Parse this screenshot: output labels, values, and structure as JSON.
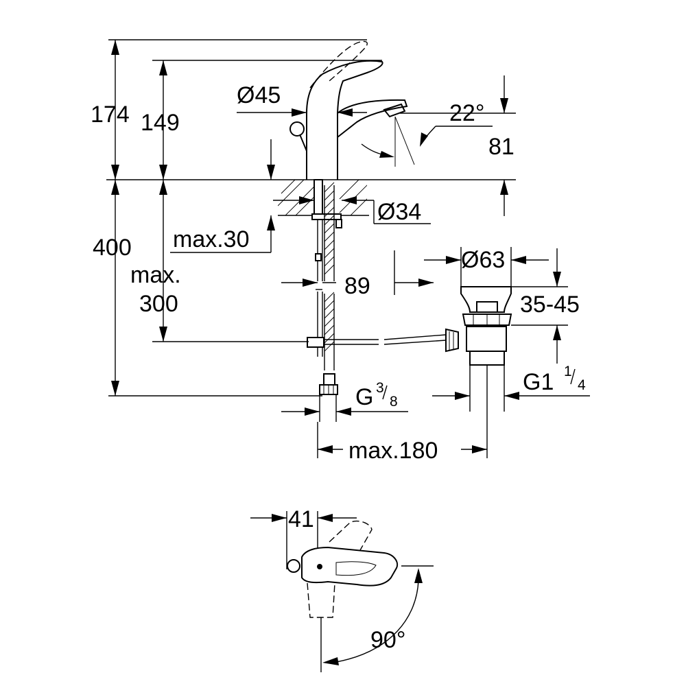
{
  "dimensions": {
    "total_height": "174",
    "spout_height": "149",
    "body_diameter": "Ø45",
    "spout_angle": "22°",
    "spout_reach_height": "81",
    "shank_diameter": "Ø34",
    "max_thickness": "max.30",
    "bore_depth": "400",
    "hose_length_line1": "max.",
    "hose_length_line2": "300",
    "waste_diameter": "Ø63",
    "rod_offset": "89",
    "waste_range": "35-45",
    "waste_thread_base": "G1",
    "waste_thread_num": "1",
    "waste_thread_den": "4",
    "inlet_thread_base": "G",
    "inlet_thread_num": "3",
    "inlet_thread_den": "8",
    "max_offset": "max.180",
    "lever_width": "41",
    "rotation_angle": "90°"
  }
}
